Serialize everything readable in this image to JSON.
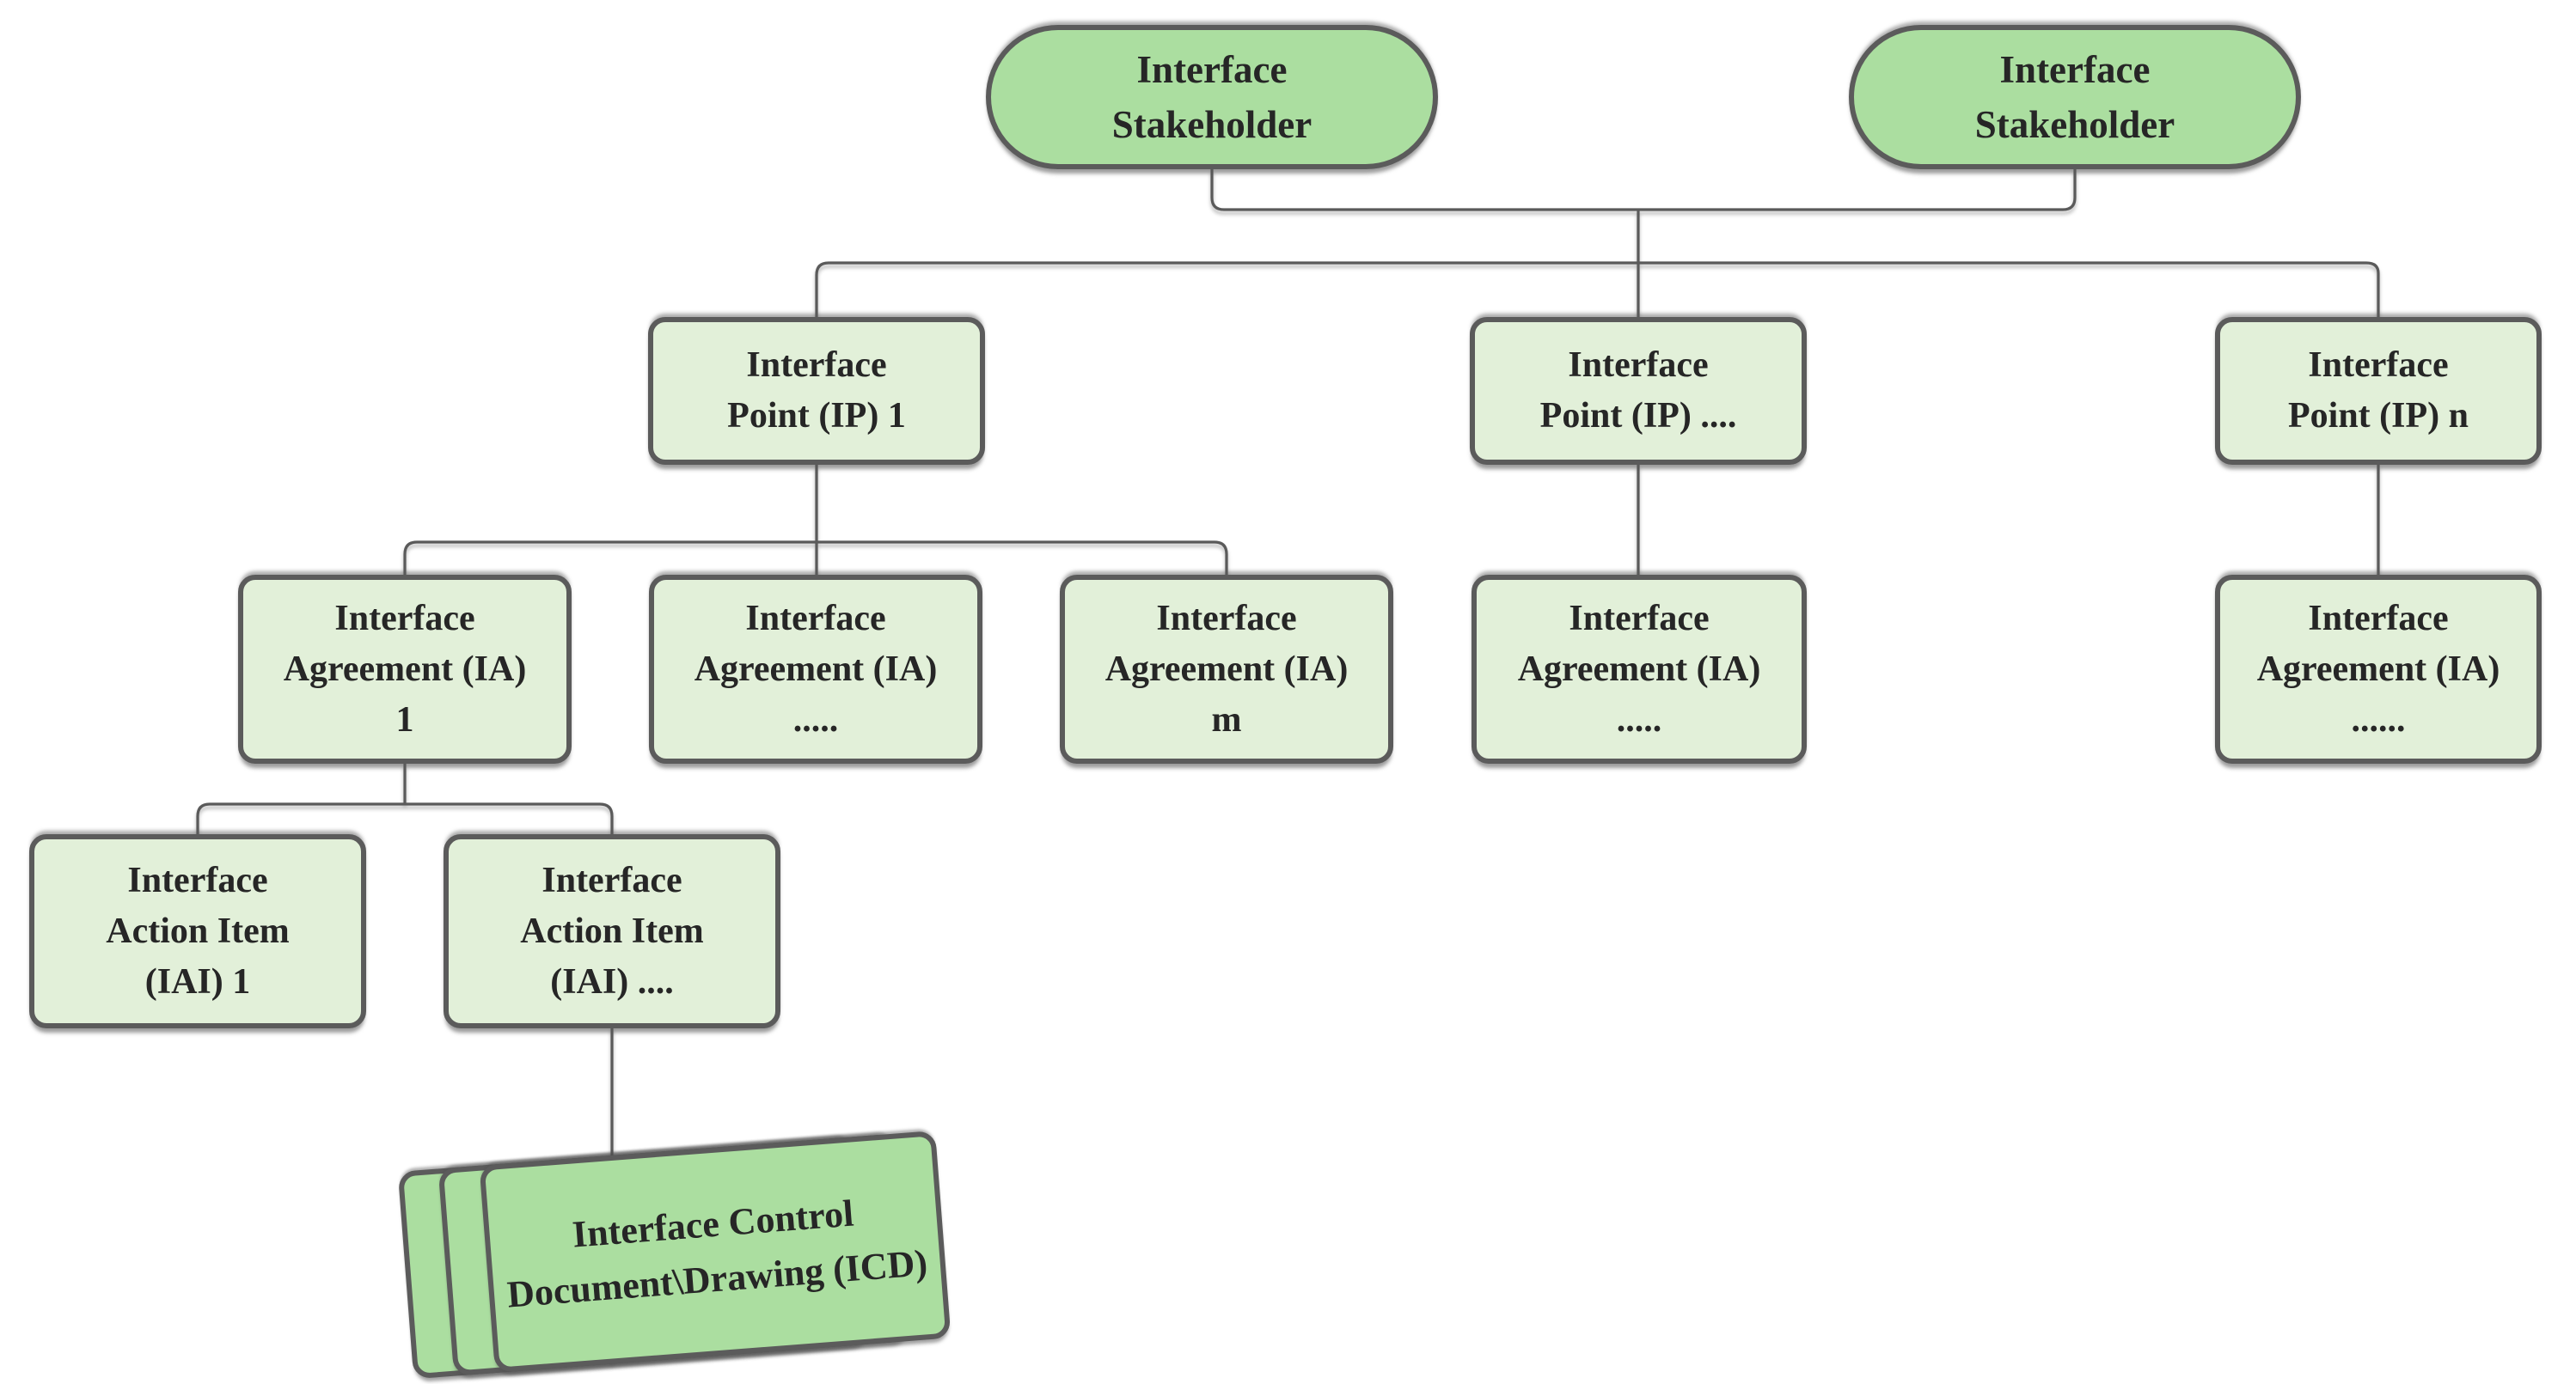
{
  "diagram": {
    "type": "hierarchy-tree",
    "colors": {
      "fill_light": "#e2f0d9",
      "fill_dark": "#abdea0",
      "border": "#5b5b5b",
      "connector": "#5a5a5a",
      "text": "#262626",
      "background": "#ffffff"
    },
    "nodes": {
      "s1": {
        "label": "Interface\nStakeholder",
        "shape": "stadium",
        "level": 1
      },
      "s2": {
        "label": "Interface\nStakeholder",
        "shape": "stadium",
        "level": 1
      },
      "ip1": {
        "label": "Interface\nPoint (IP) 1",
        "shape": "rounded-rect",
        "level": 2
      },
      "ip2": {
        "label": "Interface\nPoint (IP) ....",
        "shape": "rounded-rect",
        "level": 2
      },
      "ip3": {
        "label": "Interface\nPoint (IP) n",
        "shape": "rounded-rect",
        "level": 2
      },
      "ia1": {
        "label": "Interface\nAgreement (IA)\n1",
        "shape": "rounded-rect",
        "level": 3
      },
      "ia2": {
        "label": "Interface\nAgreement (IA)\n.....",
        "shape": "rounded-rect",
        "level": 3
      },
      "ia3": {
        "label": "Interface\nAgreement (IA)\nm",
        "shape": "rounded-rect",
        "level": 3
      },
      "ia4": {
        "label": "Interface\nAgreement (IA)\n.....",
        "shape": "rounded-rect",
        "level": 3
      },
      "ia5": {
        "label": "Interface\nAgreement (IA)\n......",
        "shape": "rounded-rect",
        "level": 3
      },
      "iai1": {
        "label": "Interface\nAction Item\n(IAI) 1",
        "shape": "rounded-rect",
        "level": 4
      },
      "iai2": {
        "label": "Interface\nAction Item\n(IAI) ....",
        "shape": "rounded-rect",
        "level": 4
      },
      "icd": {
        "label": "Interface Control\nDocument\\Drawing\n(ICD)",
        "shape": "stacked-document",
        "level": 5
      }
    },
    "edges": [
      "s1 - ip-row",
      "s2 - ip-row",
      "ip-row - ip1",
      "ip-row - ip2",
      "ip-row - ip3",
      "ip1 - ia1",
      "ip1 - ia2",
      "ip1 - ia3",
      "ip2 - ia4",
      "ip3 - ia5",
      "ia1 - iai1",
      "ia1 - iai2",
      "iai2 - icd"
    ]
  }
}
